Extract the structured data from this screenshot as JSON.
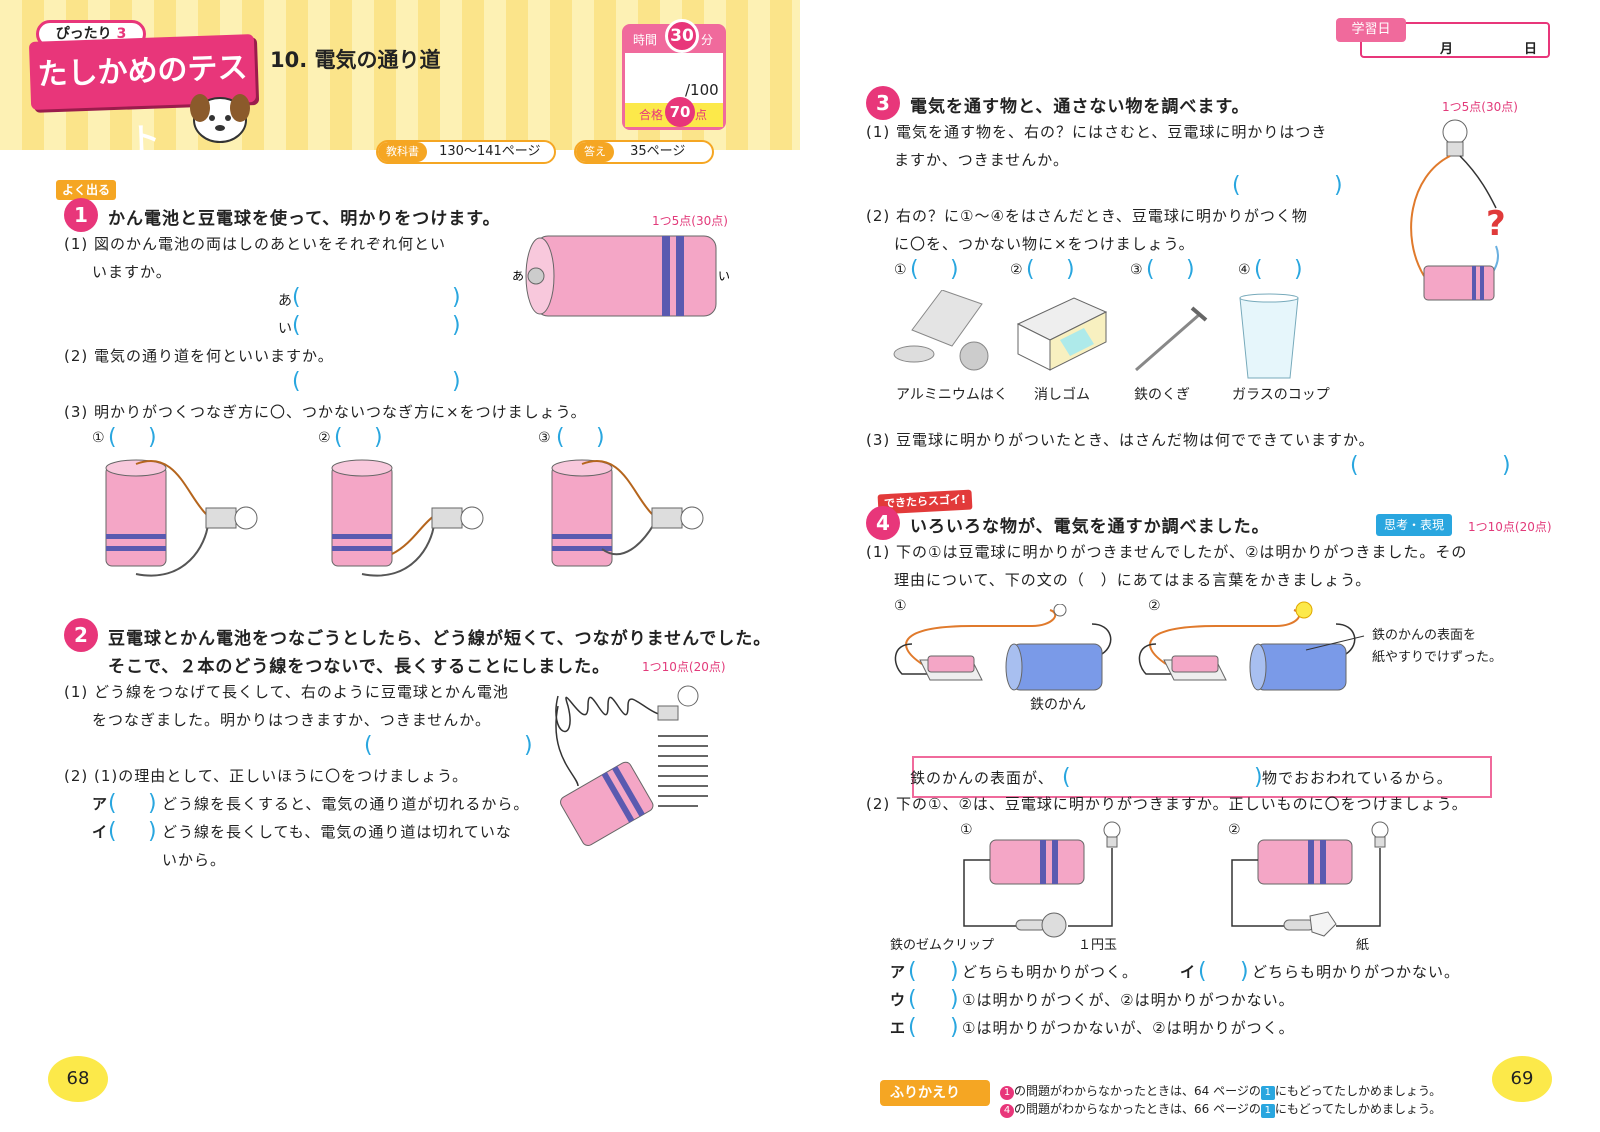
{
  "header": {
    "badge_text": "ぴったり",
    "badge_num": "3",
    "logo_text": "たしかめのテスト",
    "unit_title": "10. 電気の通り道",
    "time_label": "時間",
    "time_value": "30",
    "time_unit": "分",
    "score_total": "/100",
    "pass_label": "合格",
    "pass_value": "70",
    "pass_unit": "点",
    "textbook_label": "教科書",
    "textbook_pages": "130〜141ページ",
    "answer_label": "答え",
    "answer_page": "35ページ",
    "study_date_label": "学習日",
    "month_label": "月",
    "day_label": "日"
  },
  "left": {
    "yoku_deru": "よく出る",
    "q1": {
      "num": "1",
      "title": "かん電池と豆電球を使って、明かりをつけます。",
      "points": "1つ5点(30点)",
      "p1_line1": "(1) 図のかん電池の両はしのあといをそれぞれ何とい",
      "p1_line2": "いますか。",
      "mark_a": "あ",
      "mark_i": "い",
      "p2": "(2) 電気の通り道を何といいますか。",
      "p3": "(3) 明かりがつくつなぎ方に〇、つかないつなぎ方に×をつけましょう。",
      "opt1": "①",
      "opt2": "②",
      "opt3": "③"
    },
    "q2": {
      "num": "2",
      "title_line1": "豆電球とかん電池をつなごうとしたら、どう線が短くて、つながりませんでした。",
      "title_line2": "そこで、２本のどう線をつないで、長くすることにしました。",
      "points": "1つ10点(20点)",
      "p1_line1": "(1) どう線をつなげて長くして、右のように豆電球とかん電池",
      "p1_line2": "をつなぎました。明かりはつきますか、つきませんか。",
      "p2": "(2) (1)の理由として、正しいほうに〇をつけましょう。",
      "optA_mark": "ア",
      "optA": "どう線を長くすると、電気の通り道が切れるから。",
      "optI_mark": "イ",
      "optI_line1": "どう線を長くしても、電気の通り道は切れていな",
      "optI_line2": "いから。"
    },
    "page_number": "68"
  },
  "right": {
    "q3": {
      "num": "3",
      "title": "電気を通す物と、通さない物を調べます。",
      "points": "1つ5点(30点)",
      "p1_line1": "(1) 電気を通す物を、右の？にはさむと、豆電球に明かりはつき",
      "p1_line2": "ますか、つきませんか。",
      "p2_line1": "(2) 右の？に①〜④をはさんだとき、豆電球に明かりがつく物",
      "p2_line2": "に〇を、つかない物に×をつけましょう。",
      "items": [
        "アルミニウムはく",
        "消しゴム",
        "鉄のくぎ",
        "ガラスのコップ"
      ],
      "item_marks": [
        "①",
        "②",
        "③",
        "④"
      ],
      "p3": "(3) 豆電球に明かりがついたとき、はさんだ物は何でできていますか。",
      "question_mark": "?"
    },
    "q4": {
      "sugoi": "できたらスゴイ!",
      "num": "4",
      "title": "いろいろな物が、電気を通すか調べました。",
      "think_tag": "思考・表現",
      "points": "1つ10点(20点)",
      "p1_line1": "(1) 下の①は豆電球に明かりがつきませんでしたが、②は明かりがつきました。その",
      "p1_line2": "理由について、下の文の（　）にあてはまる言葉をかきましょう。",
      "fig1_mark": "①",
      "fig2_mark": "②",
      "can_label": "鉄のかん",
      "scrape_line1": "鉄のかんの表面を",
      "scrape_line2": "紙やすりでけずった。",
      "reason_pre": "鉄のかんの表面が、",
      "reason_post": "物でおおわれているから。",
      "p2": "(2) 下の①、②は、豆電球に明かりがつきますか。正しいものに〇をつけましょう。",
      "clip_label": "鉄のゼムクリップ",
      "coin_label": "１円玉",
      "paper_label": "紙",
      "optA_mark": "ア",
      "optA": "どちらも明かりがつく。",
      "optI_mark": "イ",
      "optI": "どちらも明かりがつかない。",
      "optU_mark": "ウ",
      "optU": "①は明かりがつくが、②は明かりがつかない。",
      "optE_mark": "エ",
      "optE": "①は明かりがつかないが、②は明かりがつく。"
    },
    "furikaeri": "ふりかえり",
    "foot1_pre": "の問題がわからなかったときは、64 ページの",
    "foot1_post": "にもどってたしかめましょう。",
    "foot2_pre": "の問題がわからなかったときは、66 ページの",
    "foot2_post": "にもどってたしかめましょう。",
    "foot1_q": "1",
    "foot2_q": "4",
    "foot_box": "1",
    "page_number": "69"
  },
  "colors": {
    "accent_pink": "#e8367a",
    "answer_blue": "#29a6df",
    "battery_pink": "#f4a6c6",
    "battery_stripe": "#5a5ab0",
    "can_blue": "#7a9ae8"
  }
}
